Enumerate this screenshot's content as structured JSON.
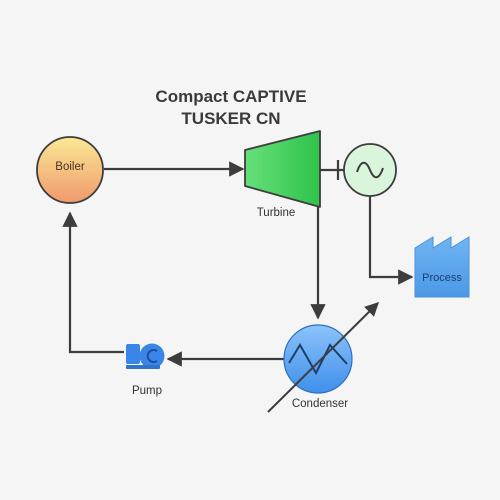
{
  "diagram": {
    "title": {
      "line1": "Compact CAPTIVE",
      "line2": "TUSKER CN"
    },
    "nodes": {
      "boiler": {
        "label": "Boiler",
        "icon": "boiler-circle"
      },
      "turbine": {
        "label": "Turbine",
        "icon": "turbine-trapezoid"
      },
      "generator": {
        "label": "",
        "icon": "generator-sine-icon"
      },
      "process": {
        "label": "Process",
        "icon": "factory-icon"
      },
      "condenser": {
        "label": "Condenser",
        "icon": "condenser-icon"
      },
      "pump": {
        "label": "Pump",
        "icon": "pump-icon"
      }
    },
    "colors": {
      "boiler_top": "#f9e08a",
      "boiler_bottom": "#f0a070",
      "turbine": "#4cd964",
      "generator": "#d9f5dc",
      "process": "#5fa8ee",
      "condenser": "#4d9af0",
      "pump": "#3a86e8",
      "arrows": "#3d3d3d"
    }
  }
}
